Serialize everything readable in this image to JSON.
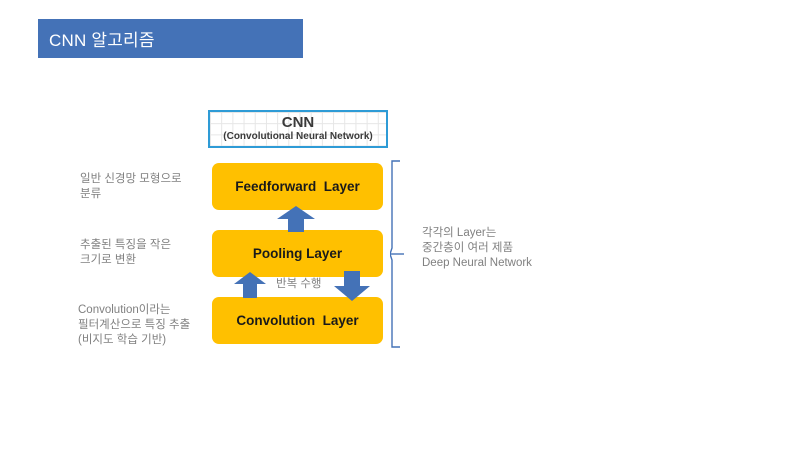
{
  "slide": {
    "title": "CNN 알고리즘",
    "title_bar_color": "#4472B7",
    "background": "#ffffff"
  },
  "header_box": {
    "title": "CNN",
    "subtitle": "(Convolutional  Neural  Network)",
    "border_color": "#2E9BD6",
    "grid_color": "#E6E6E6"
  },
  "layers": [
    {
      "id": "feedforward",
      "label": "Feedforward  Layer",
      "color": "#FFC000",
      "annotation": "일반 신경망 모형으로\n분류"
    },
    {
      "id": "pooling",
      "label": "Pooling Layer",
      "color": "#FFC000",
      "annotation": "추출된 특징을 작은\n크기로 변환"
    },
    {
      "id": "convolution",
      "label": "Convolution  Layer",
      "color": "#FFC000",
      "annotation": "Convolution이라는\n필터계산으로 특징 추출\n(비지도 학습 기반)"
    }
  ],
  "arrows": {
    "color": "#4472B7",
    "repeat_label": "반복 수행",
    "up_center_name": "arrow-up-to-feedforward",
    "up_left_name": "arrow-up-to-pooling",
    "down_right_name": "arrow-down-to-convolution"
  },
  "right_annotation": {
    "text": "각각의 Layer는\n중간층이 여러 제품\nDeep Neural Network",
    "brace_color": "#4472B7"
  }
}
